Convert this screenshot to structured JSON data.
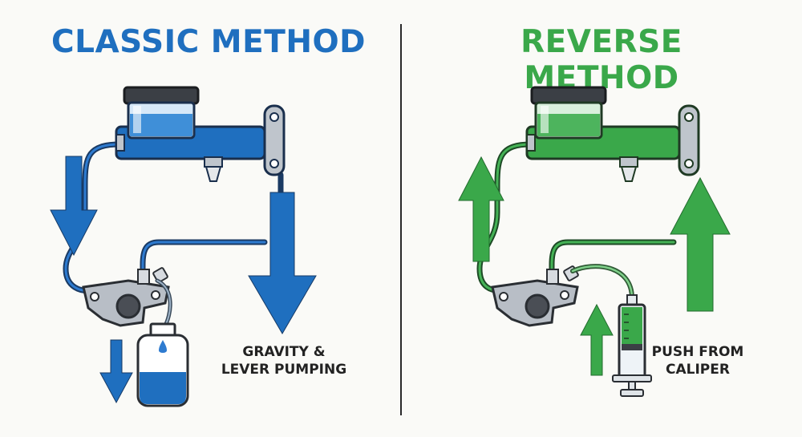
{
  "classic": {
    "title": "CLASSIC METHOD",
    "caption_line1": "GRAVITY &",
    "caption_line2": "LEVER PUMPING",
    "color": "#1f6fbf"
  },
  "reverse": {
    "title": "REVERSE METHOD",
    "caption_line1": "PUSH FROM",
    "caption_line2": "CALIPER",
    "color": "#3aa84a"
  }
}
